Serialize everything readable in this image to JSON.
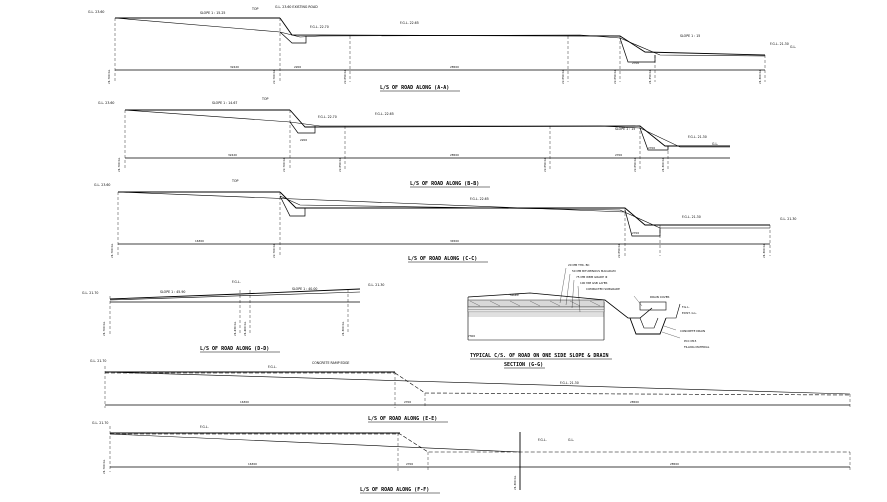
{
  "titles": {
    "section_1": "L/S OF ROAD ALONG (A-A)",
    "section_2": "L/S OF ROAD ALONG (B-B)",
    "section_3": "L/S OF ROAD ALONG (C-C)",
    "section_4": "L/S OF ROAD ALONG (D-D)",
    "section_5": "L/S OF ROAD ALONG (E-E)",
    "section_6": "L/S OF ROAD ALONG (F-F)",
    "typical_1": "TYPICAL C/S. OF ROAD ON ONE SIDE SLOPE & DRAIN",
    "typical_2": "SECTION (G-G)"
  },
  "annotations": {
    "slope_a": "SLOPE 1 : 15.25",
    "slope_a_right": "SLOPE 1 : 15",
    "slope_b": "SLOPE 1 : 14.67",
    "slope_d1": "SLOPE 1 : 45.90",
    "slope_d2": "SLOPE 1 : 40.00",
    "ramp_e": "CONCRETE RAMP EDGE"
  },
  "colors": {
    "line": "#000000",
    "background": "#ffffff"
  }
}
